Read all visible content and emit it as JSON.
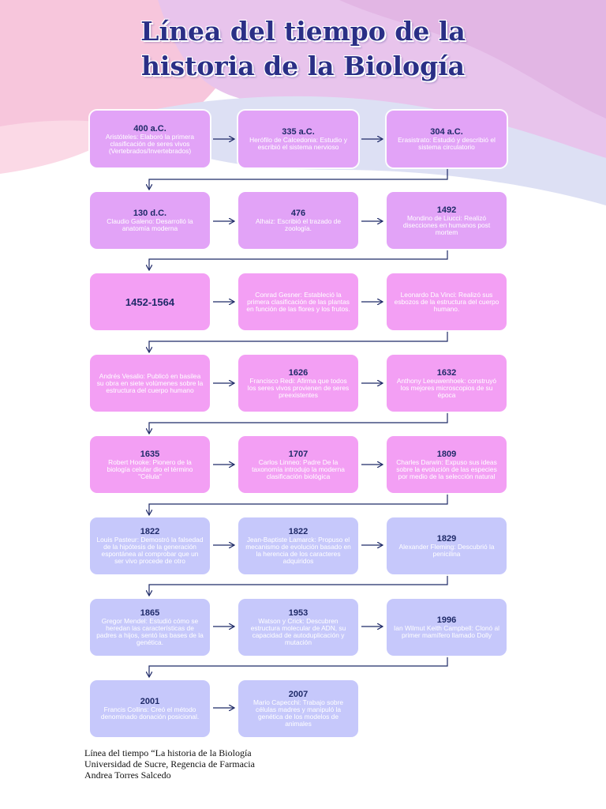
{
  "title_lines": [
    "Línea del tiempo de la",
    "historia de la Biología"
  ],
  "events": [
    {
      "year": "400 a.C.",
      "text": "Aristóteles: Elaboró la primera clasificación de seres vivos (Vertebrados/Invertebrados)"
    },
    {
      "year": "335 a.C.",
      "text": "Herófilo de Calcedonia: Estudio y escribió el sistema nervioso"
    },
    {
      "year": "304 a.C.",
      "text": "Erasistrato: Estudió y describió el sistema circulatorio"
    },
    {
      "year": "130 d.C.",
      "text": "Claudio Galeno: Desarrolló la anatomía moderna"
    },
    {
      "year": "476",
      "text": "Alhaiz: Escribió el trazado de zoología."
    },
    {
      "year": "1492",
      "text": "Mondino de Liucci: Realizó disecciones en humanos post mortem"
    },
    {
      "year": "1452-1564",
      "text": ""
    },
    {
      "year": "",
      "text": "Conrad Gesner: Estableció la primera clasificación de las plantas en función de las flores y los frutos."
    },
    {
      "year": "",
      "text": "Leonardo Da Vinci: Realizó sus esbozos de la estructura del cuerpo humano."
    },
    {
      "year": "",
      "text": "Andrés Vesalio: Publicó en basilea su obra en siete volúmenes sobre la estructura del cuerpo humano"
    },
    {
      "year": "1626",
      "text": "Francisco Redi: Afirma que todos los seres vivos provienen de seres preexistentes"
    },
    {
      "year": "1632",
      "text": "Anthony Leeuwenhoek: construyó los mejores microscopios de su época"
    },
    {
      "year": "1635",
      "text": "Robert Hooke: Pionero de la biología celular dio el término \"Célula\""
    },
    {
      "year": "1707",
      "text": "Carlos Linneo: Padre De la taxonomía introdujo la moderna clasificación biológica"
    },
    {
      "year": "1809",
      "text": "Charles Darwin: Expuso sus ideas sobre la evolución de las especies por medio de la selección natural"
    },
    {
      "year": "1822",
      "text": "Louis Pasteur: Demostró la falsedad de la hipótesis de la generación espontánea al comprobar que un ser vivo procede de otro"
    },
    {
      "year": "1822",
      "text": "Jean-Baptiste Lamarck: Propuso el mecanismo de evolución basado en la herencia de los caracteres adquiridos"
    },
    {
      "year": "1829",
      "text": "Alexander Fleming: Descubrió la penicilina"
    },
    {
      "year": "1865",
      "text": "Gregor Mendel: Estudió cómo se heredan las características de padres a hijos, sentó las bases de la genética."
    },
    {
      "year": "1953",
      "text": "Watson y Crick: Descubren estructura molecular de ADN, su capacidad de autoduplicación y mutación"
    },
    {
      "year": "1996",
      "text": "Ian Wilmut Keith Campbell: Clonó al primer mamífero llamado Dolly"
    },
    {
      "year": "2001",
      "text": "Francis Collins: Creó el método denominado donación posicional."
    },
    {
      "year": "2007",
      "text": "Mario Capecchi: Trabajo sobre células madres y manipuló la genética de los modelos de animales"
    }
  ],
  "footer": [
    "Línea del tiempo “La historia de la Biología",
    "Universidad de Sucre, Regencia de Farmacia",
    "Andrea Torres Salcedo"
  ],
  "colors": {
    "title": "#2a2f86",
    "year": "#1f2a68",
    "box_pink": "#f39ff4",
    "box_violet": "#e2a3f7",
    "box_lavender": "#c6c8fb",
    "connector": "#1f2a68"
  }
}
